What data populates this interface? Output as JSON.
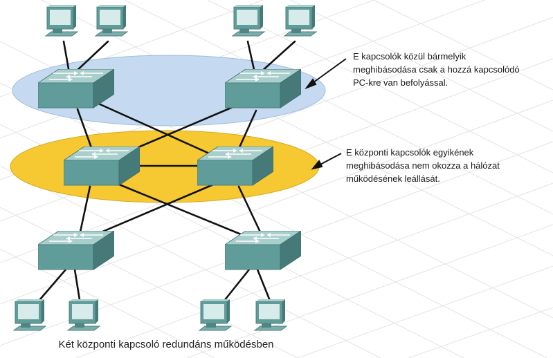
{
  "annotations": {
    "access_layer_note": [
      "E kapcsolók közül bármelyik",
      "meghibásodása csak a hozzá kapcsolódó",
      "PC-kre van befolyással."
    ],
    "core_layer_note": [
      "E központi kapcsolók egyikének",
      "meghibásodása nem okozza a hálózat",
      "működésének leállását."
    ]
  },
  "caption": "Két központi kapcsoló redundáns működésben",
  "colors": {
    "top_ellipse": "#c5daf0",
    "middle_ellipse": "#f6c832",
    "switch_body": "#5f9c9a",
    "monitor": "#5f9c9a",
    "link": "#111111",
    "grid": "#dcdcdc"
  },
  "icons": {
    "switch": "network-switch-icon",
    "pc": "desktop-computer-icon"
  }
}
